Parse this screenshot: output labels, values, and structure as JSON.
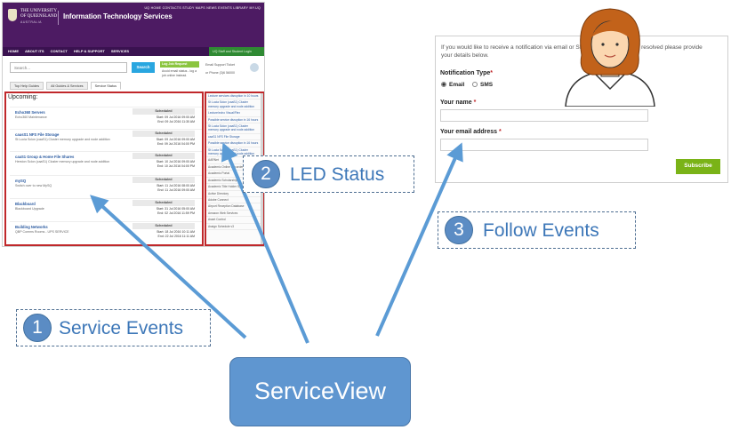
{
  "site": {
    "logo_text": "THE UNIVERSITY OF QUEENSLAND",
    "logo_country": "AUSTRALIA",
    "title": "Information Technology Services",
    "top_links": "UQ HOME   CONTACTS   STUDY   MAPS   NEWS   EVENTS   LIBRARY   MY.UQ",
    "nav": [
      "HOME",
      "ABOUT ITS",
      "CONTACT",
      "HELP & SUPPORT",
      "SERVICES"
    ],
    "staff_login": "UQ Staff and Student Login",
    "search_placeholder": "Search...",
    "search_button": "Search",
    "log_request_button": "Log Job Request",
    "log_request_text": "Avoid email status - log a job online instead.",
    "email_support_title": "Email Support Ticket",
    "email_support_phone": "or Phone (3)6 56000",
    "tabs": [
      "Top Help Guides",
      "All Guides & Services",
      "Service Status"
    ],
    "upcoming_heading": "Upcoming:",
    "events": [
      {
        "title": "Echo360 Servers",
        "desc": "Echo360 Maintenance",
        "status": "Scheduled",
        "start": "Start: 09 Jul 2016 09:00 AM",
        "end": "End: 09 Jul 2016 11:30 AM"
      },
      {
        "title": "causS1 NFS File Storage",
        "desc": "St Lucia Sclon (caaS1) Cluster memory upgrade and node addition",
        "status": "Scheduled",
        "start": "Start: 09 Jul 2016 09:00 AM",
        "end": "End: 09 Jul 2016 04:00 PM"
      },
      {
        "title": "caaS1 Group & Home File Shares",
        "desc": "Herston Sclon (caaS1) Cluster memory upgrade and node addition",
        "status": "Scheduled",
        "start": "Start: 10 Jul 2016 09:00 AM",
        "end": "End: 10 Jul 2016 04:00 PM"
      },
      {
        "title": "mySQ",
        "desc": "Switch over to new MySQ",
        "status": "Scheduled",
        "start": "Start: 11 Jul 2016 08:00 AM",
        "end": "End: 11 Jul 2016 09:00 AM"
      },
      {
        "title": "Blackboard",
        "desc": "Blackboard Upgrade",
        "status": "Scheduled",
        "start": "Start: 31 Jul 2016 05:00 AM",
        "end": "End: 02 Jul 2016 11:59 PM"
      },
      {
        "title": "Building Networks",
        "desc": "QBP Comms Rooms - UPS SERVICE",
        "status": "Scheduled",
        "start": "Start: 18 Jul 2016 10:11 AM",
        "end": "End: 22 Jul 2016 11:11 AM"
      }
    ],
    "led_items": [
      {
        "text": "Lecture services disruption in 10 hours",
        "link": true
      },
      {
        "text": "St Lucia Sclon (caaS1) Cluster memory upgrade and node addition",
        "link": true
      },
      {
        "text": "Lecture/echo Visual/Flex",
        "link": true
      },
      {
        "text": "Possible service disruption in 16 hours",
        "link": true
      },
      {
        "text": "St Lucia Sclon (caaS1) Cluster memory upgrade and node addition",
        "link": true
      },
      {
        "text": "caaS1 NFS File Storage",
        "link": true
      },
      {
        "text": "Possible service disruption in 16 hours",
        "link": true
      },
      {
        "text": "St Lucia Sclon (caaS1) Cluster memory upgrade and node addition",
        "link": true
      },
      {
        "text": "AARNet",
        "link": false
      },
      {
        "text": "Academic Online Recorder",
        "link": false
      },
      {
        "text": "Academic Portal",
        "link": false
      },
      {
        "text": "Academic Scholarships",
        "link": false
      },
      {
        "text": "Academic Title Holder System",
        "link": false
      },
      {
        "text": "Active Directory",
        "link": false
      },
      {
        "text": "Adobe Connect",
        "link": false
      },
      {
        "text": "Airport Reception Database",
        "link": false
      },
      {
        "text": "Amazon Web Services",
        "link": false
      },
      {
        "text": "Asset Control",
        "link": false
      },
      {
        "text": "Assign Schedule v3",
        "link": false
      }
    ]
  },
  "form": {
    "intro": "If you would like to receive a notification via email or SMS when this has been resolved please provide your details below.",
    "notification_type_label": "Notification Type",
    "required_mark": "*",
    "option_email": "Email",
    "option_sms": "SMS",
    "name_label": "Your name",
    "email_label": "Your email address",
    "subscribe_button": "Subscribe"
  },
  "callouts": [
    {
      "number": "1",
      "label": "Service Events"
    },
    {
      "number": "2",
      "label": "LED Status"
    },
    {
      "number": "3",
      "label": "Follow Events"
    }
  ],
  "center": {
    "label": "ServiceView"
  },
  "colors": {
    "uq_purple": "#4d1b63",
    "highlight_red": "#c0282b",
    "callout_blue": "#3d77b8",
    "arrow_blue": "#5b9bd5",
    "serviceview_box": "#5f96d0",
    "subscribe_green": "#7ab317"
  }
}
